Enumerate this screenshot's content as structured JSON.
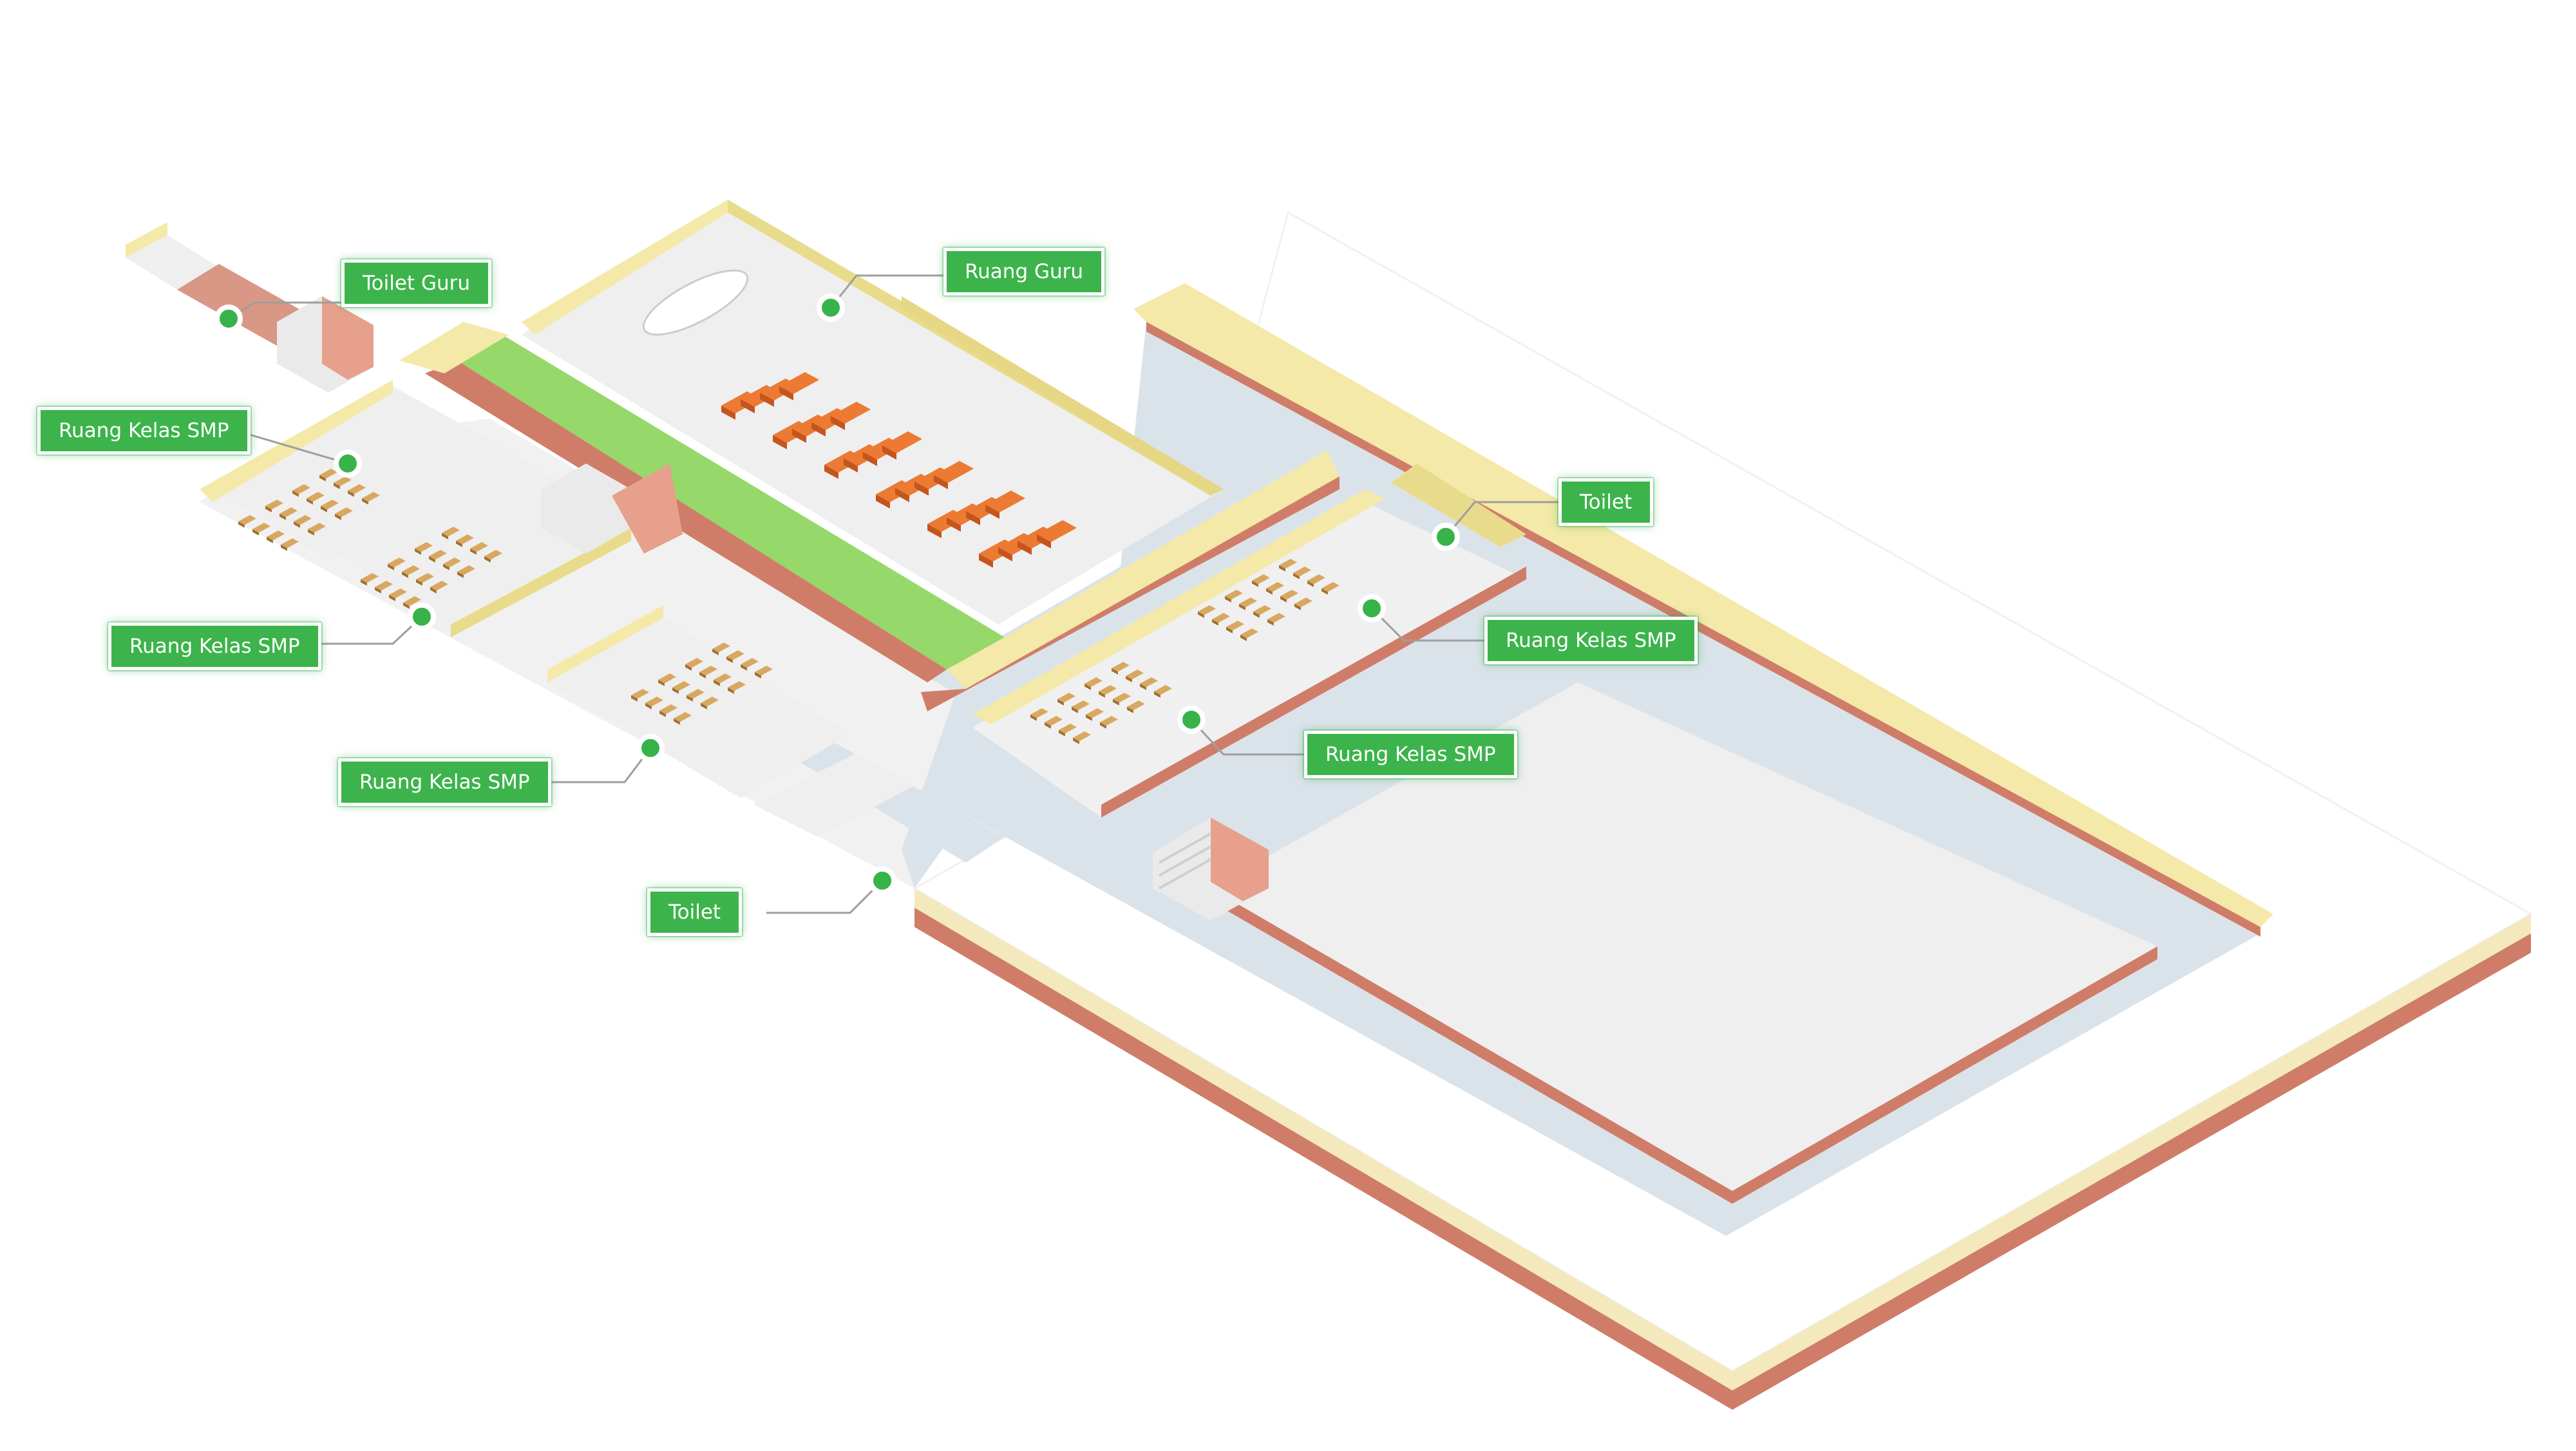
{
  "colors": {
    "label_bg": "#3cb44b",
    "marker": "#37b34a",
    "wall_top": "#f4e9a8",
    "wall_red": "#cf7d68",
    "grass": "#96d86a",
    "floor": "#efefef",
    "walkway": "#dbe3ea",
    "desk_orange": "#ec7a33"
  },
  "labels": {
    "toilet_guru": "Toilet Guru",
    "ruang_guru": "Ruang Guru",
    "kelas_1": "Ruang Kelas SMP",
    "kelas_2": "Ruang Kelas SMP",
    "kelas_3": "Ruang Kelas SMP",
    "kelas_4": "Ruang Kelas SMP",
    "kelas_5": "Ruang Kelas SMP",
    "toilet_1": "Toilet",
    "toilet_2": "Toilet"
  }
}
